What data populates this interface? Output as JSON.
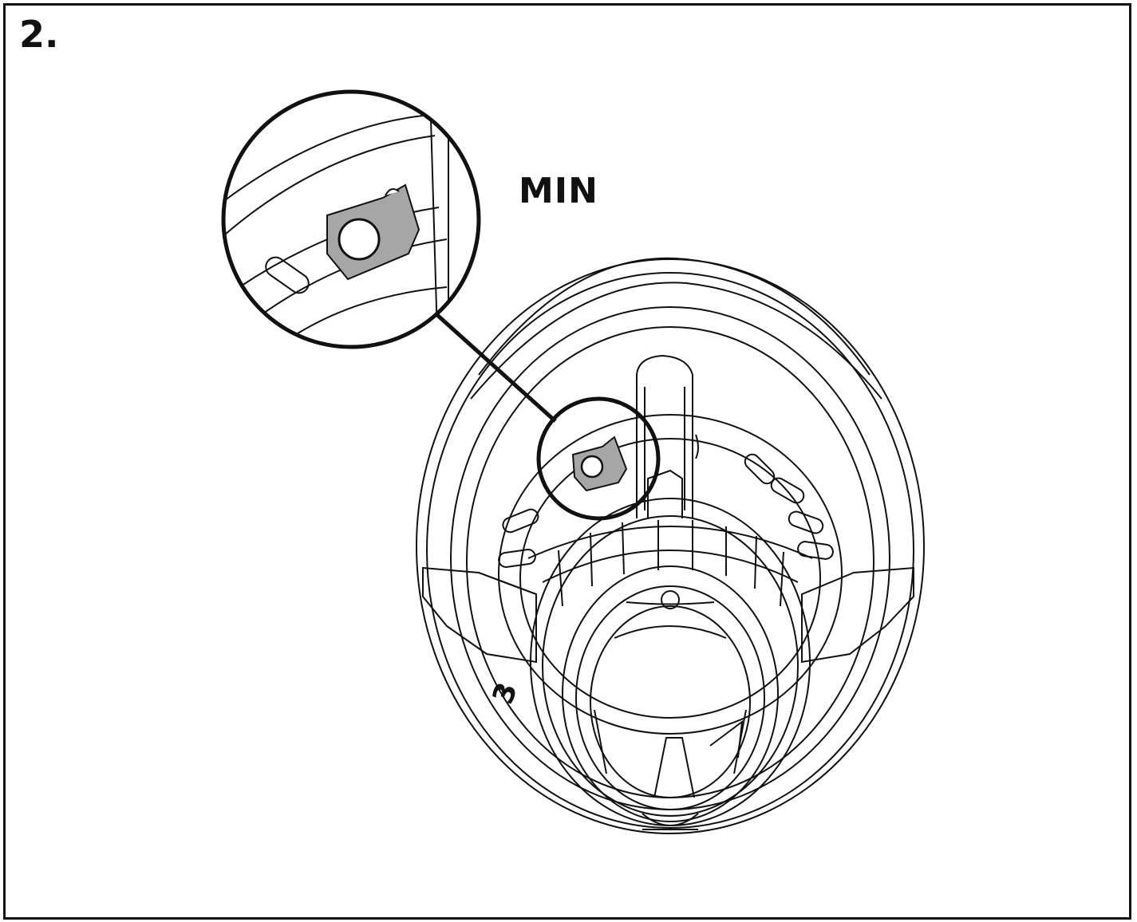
{
  "step": {
    "number": "2."
  },
  "callout": {
    "label": "MIN"
  },
  "dial": {
    "visible_number": "3"
  },
  "colors": {
    "line": "#111111",
    "marker_fill": "#a6a6a6",
    "background": "#ffffff"
  },
  "icons": [
    "magnifier-callout-icon",
    "min-setting-marker-icon"
  ]
}
